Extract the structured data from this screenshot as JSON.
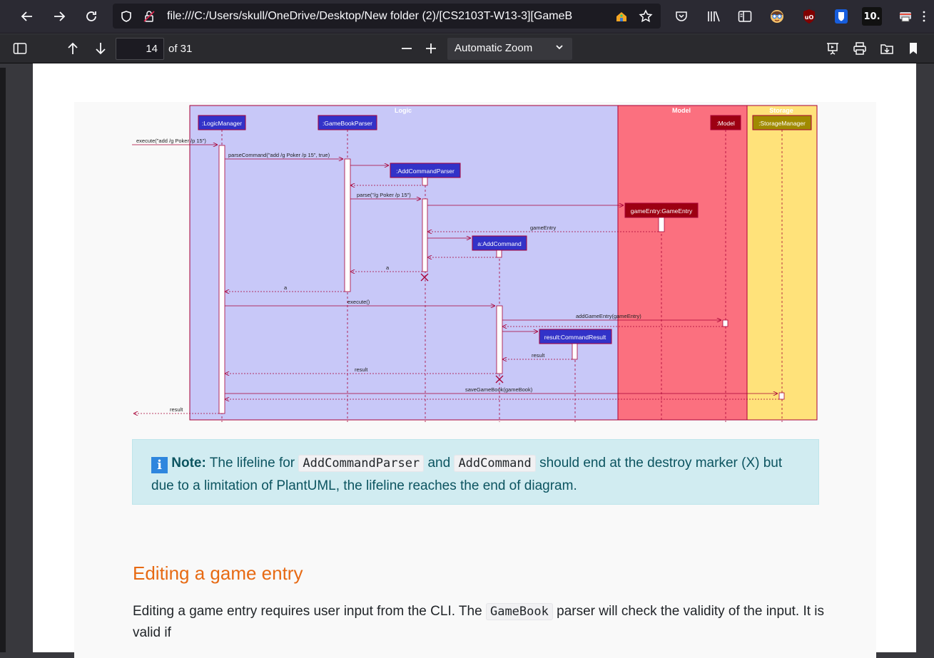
{
  "browser": {
    "url": "file:///C:/Users/skull/OneDrive/Desktop/New folder (2)/[CS2103T-W13-3][GameB",
    "badge": "10."
  },
  "pdf_toolbar": {
    "page_number": "14",
    "page_total": "of 31",
    "zoom": "Automatic Zoom"
  },
  "diagram": {
    "boxes": {
      "logic": "Logic",
      "model": "Model",
      "storage": "Storage"
    },
    "participants": [
      ":LogicManager",
      ":GameBookParser",
      ":AddCommandParser",
      "gameEntry:GameEntry",
      "a:AddCommand",
      "result:CommandResult",
      ":Model",
      ":StorageManager"
    ],
    "messages": {
      "execute_call": "execute(\"add /g Poker /p 15\")",
      "parse_command": "parseCommand(\"add /g Poker /p 15\", true)",
      "parse": "parse(\"/g Poker /p 15\")",
      "game_entry": "gameEntry",
      "a_return_1": "a",
      "a_return_2": "a",
      "execute": "execute()",
      "add_game_entry": "addGameEntry(gameEntry)",
      "result_inner": "result",
      "result_outer": "result",
      "save_game_book": "saveGameBook(gameBook)",
      "result_final": "result"
    }
  },
  "note": {
    "label": "Note:",
    "text_1": " The lifeline for ",
    "code_1": "AddCommandParser",
    "text_2": " and ",
    "code_2": "AddCommand",
    "text_3": " should end at the destroy marker (X) but due to a limitation of PlantUML, the lifeline reaches the end of diagram."
  },
  "section": {
    "heading": "Editing a game entry",
    "para_1": "Editing a game entry requires user input from the CLI. The ",
    "para_code": "GameBook",
    "para_2": " parser will check the validity of the input. It is valid if"
  }
}
